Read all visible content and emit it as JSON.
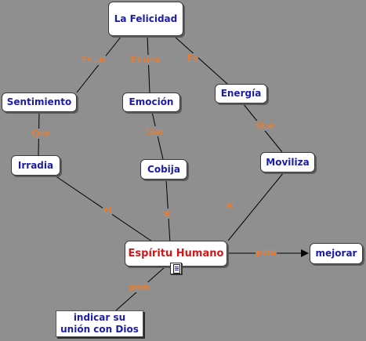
{
  "colors": {
    "background": "#8f8f8f",
    "node_text": "#1c1ca8",
    "main_node_text": "#d01818",
    "link_label": "#ff7a1a",
    "line": "#000000"
  },
  "nodes": {
    "felicidad": "La Felicidad",
    "sentimiento": "Sentimiento",
    "emocion": "Emoción",
    "energia": "Energía",
    "irradia": "Irradia",
    "cobija": "Cobija",
    "moviliza": "Moviliza",
    "espiritu": "Espíritu Humano",
    "mejorar": "mejorar",
    "indicar": "indicar su unión con Dios"
  },
  "links": {
    "es_un": "Es un",
    "es_una": "Es una",
    "es": "Es",
    "que_1": "Que",
    "que_2": "Que",
    "que_3": "Que",
    "el": "el",
    "al_1": "al",
    "al_2": "al",
    "para_1": "para",
    "para_2": "para"
  },
  "icons": {
    "resource": "document-icon"
  }
}
